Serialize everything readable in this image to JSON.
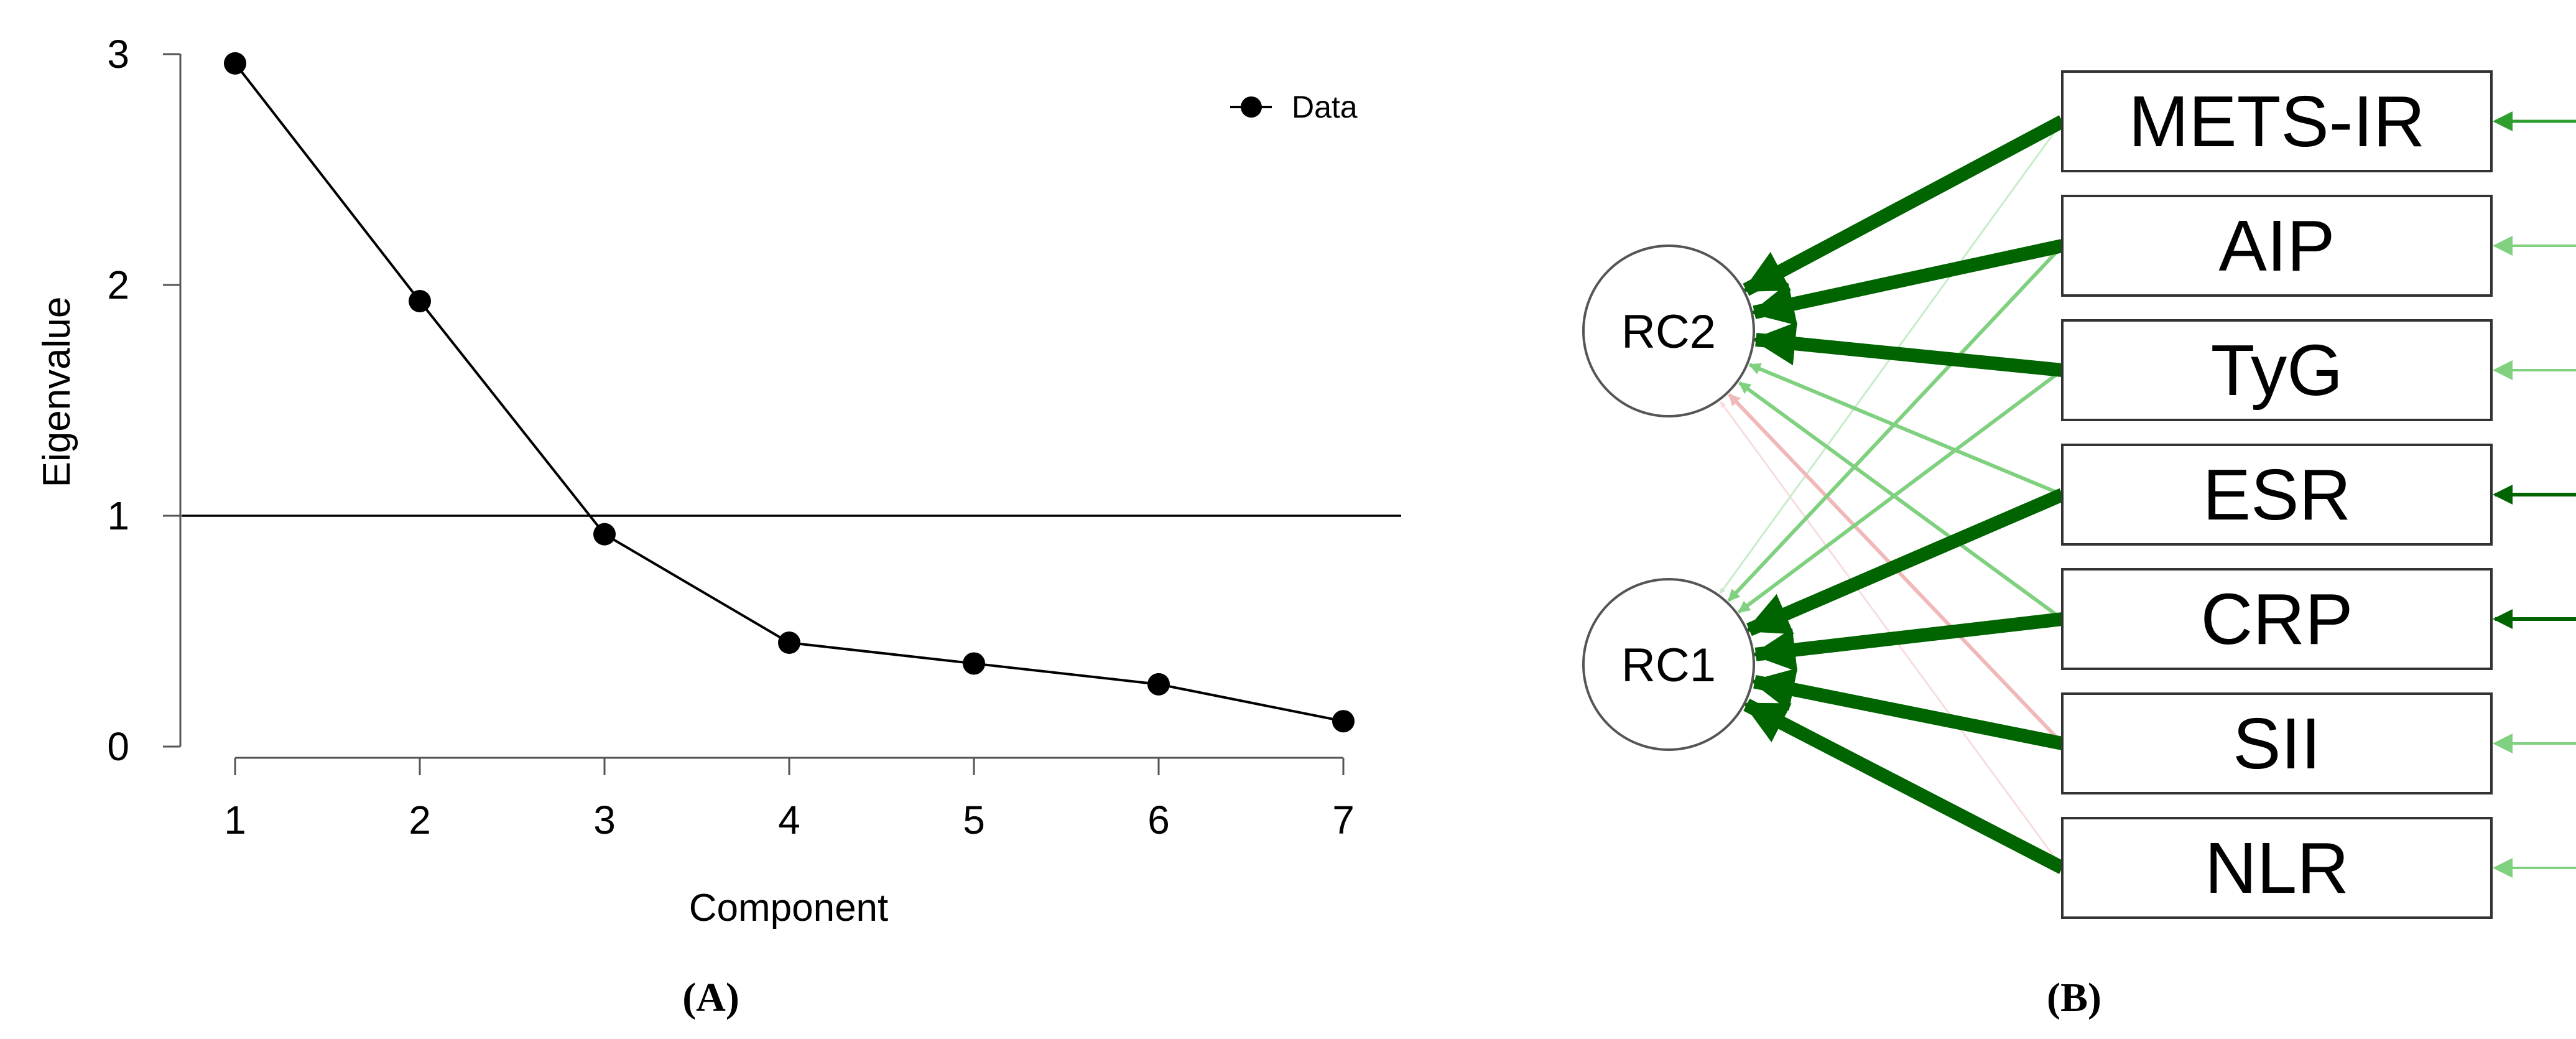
{
  "chart_data": [
    {
      "panel": "A",
      "type": "line",
      "title": "",
      "xlabel": "Component",
      "ylabel": "Eigenvalue",
      "x": [
        1,
        2,
        3,
        4,
        5,
        6,
        7
      ],
      "series": [
        {
          "name": "Data",
          "values": [
            2.96,
            1.93,
            0.92,
            0.45,
            0.36,
            0.27,
            0.11
          ]
        }
      ],
      "reference_line": 1,
      "xlim": [
        1,
        7
      ],
      "ylim": [
        0,
        3
      ],
      "xticks": [
        "1",
        "2",
        "3",
        "4",
        "5",
        "6",
        "7"
      ],
      "yticks": [
        "0",
        "1",
        "2",
        "3"
      ],
      "legend": {
        "entries": [
          "Data"
        ],
        "placement": "top-right"
      },
      "grid": false
    },
    {
      "panel": "B",
      "type": "path-diagram",
      "factors": [
        "RC2",
        "RC1"
      ],
      "indicators": [
        "METS-IR",
        "AIP",
        "TyG",
        "ESR",
        "CRP",
        "SII",
        "NLR"
      ],
      "paths": [
        {
          "from": "METS-IR",
          "to": "RC2",
          "strength": "strong",
          "sign": "positive"
        },
        {
          "from": "AIP",
          "to": "RC2",
          "strength": "strong",
          "sign": "positive"
        },
        {
          "from": "TyG",
          "to": "RC2",
          "strength": "strong",
          "sign": "positive"
        },
        {
          "from": "ESR",
          "to": "RC2",
          "strength": "weak",
          "sign": "positive"
        },
        {
          "from": "CRP",
          "to": "RC2",
          "strength": "weak",
          "sign": "positive"
        },
        {
          "from": "SII",
          "to": "RC2",
          "strength": "weak",
          "sign": "negative"
        },
        {
          "from": "NLR",
          "to": "RC2",
          "strength": "very weak",
          "sign": "negative"
        },
        {
          "from": "METS-IR",
          "to": "RC1",
          "strength": "very weak",
          "sign": "positive"
        },
        {
          "from": "AIP",
          "to": "RC1",
          "strength": "weak",
          "sign": "positive"
        },
        {
          "from": "TyG",
          "to": "RC1",
          "strength": "weak",
          "sign": "positive"
        },
        {
          "from": "ESR",
          "to": "RC1",
          "strength": "strong",
          "sign": "positive"
        },
        {
          "from": "CRP",
          "to": "RC1",
          "strength": "strong",
          "sign": "positive"
        },
        {
          "from": "SII",
          "to": "RC1",
          "strength": "strong",
          "sign": "positive"
        },
        {
          "from": "NLR",
          "to": "RC1",
          "strength": "strong",
          "sign": "positive"
        }
      ],
      "residuals": [
        {
          "indicator": "METS-IR",
          "strength": "medium"
        },
        {
          "indicator": "AIP",
          "strength": "weak"
        },
        {
          "indicator": "TyG",
          "strength": "weak"
        },
        {
          "indicator": "ESR",
          "strength": "strong"
        },
        {
          "indicator": "CRP",
          "strength": "strong"
        },
        {
          "indicator": "SII",
          "strength": "weak"
        },
        {
          "indicator": "NLR",
          "strength": "weak"
        }
      ]
    }
  ],
  "captions": {
    "a": "(A)",
    "b": "(B)"
  },
  "colors": {
    "line": "#000000",
    "strong_positive": "#006400",
    "medium_positive": "#2e9e2e",
    "weak_positive": "#7fd07f",
    "very_weak_positive": "#c7ecc7",
    "weak_negative": "#f0b8b8",
    "very_weak_negative": "#f8dddd"
  }
}
